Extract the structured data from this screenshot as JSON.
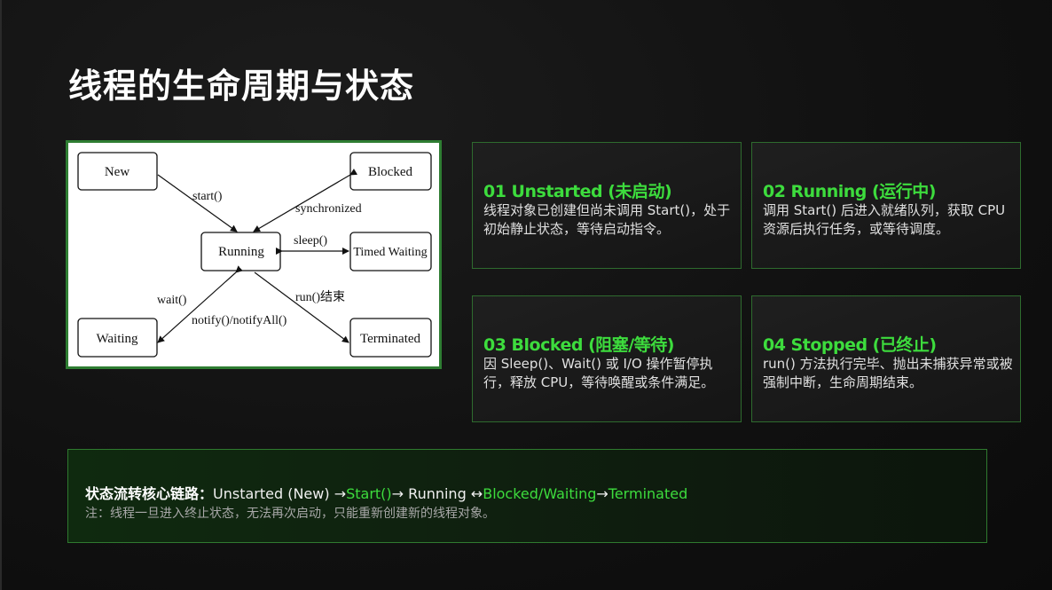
{
  "title": "线程的生命周期与状态",
  "diagram": {
    "states": {
      "new": "New",
      "blocked": "Blocked",
      "running": "Running",
      "timed_waiting": "Timed Waiting",
      "waiting": "Waiting",
      "terminated": "Terminated"
    },
    "transitions": {
      "start": "start()",
      "synchronized": "synchronized",
      "sleep": "sleep()",
      "wait": "wait()",
      "notify": "notify()/notifyAll()",
      "run_end": "run()结束"
    }
  },
  "cards": [
    {
      "title": "01 Unstarted (未启动)",
      "desc": "线程对象已创建但尚未调用 Start()，处于初始静止状态，等待启动指令。"
    },
    {
      "title": "02 Running (运行中)",
      "desc": "调用 Start() 后进入就绪队列，获取 CPU 资源后执行任务，或等待调度。"
    },
    {
      "title": "03 Blocked (阻塞/等待)",
      "desc": "因 Sleep()、Wait() 或 I/O 操作暂停执行，释放 CPU，等待唤醒或条件满足。"
    },
    {
      "title": "04 Stopped (已终止)",
      "desc": "run() 方法执行完毕、抛出未捕获异常或被强制中断，生命周期结束。"
    }
  ],
  "summary": {
    "label": "状态流转核心链路：",
    "seg1": "Unstarted (New) →",
    "seg2": "Start()",
    "seg3": "→ Running ↔",
    "seg4": "Blocked/Waiting",
    "seg5": "→",
    "seg6": "Terminated",
    "note": "注：线程一旦进入终止状态，无法再次启动，只能重新创建新的线程对象。"
  },
  "colors": {
    "accent": "#3ddc3d",
    "border": "#2e7d32",
    "background": "#111111"
  }
}
